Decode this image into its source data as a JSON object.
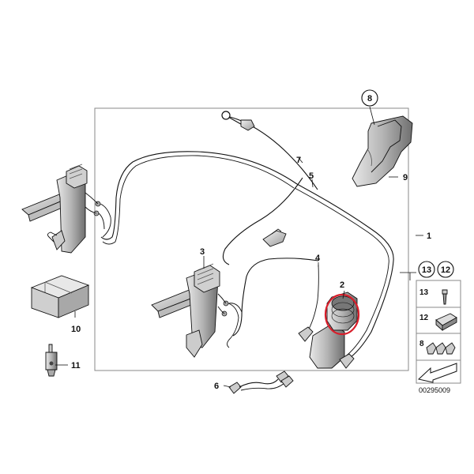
{
  "diagram": {
    "diagram_id": "00295009",
    "callouts": {
      "c1": "1",
      "c2": "2",
      "c3": "3",
      "c4": "4",
      "c5": "5",
      "c6": "6",
      "c7": "7",
      "c8": "8",
      "c9": "9",
      "c10": "10",
      "c11": "11",
      "c12": "12",
      "c13": "13"
    },
    "side_panel": {
      "row13": "13",
      "row12": "12",
      "row8": "8"
    },
    "highlight_color": "#d81e2a"
  }
}
